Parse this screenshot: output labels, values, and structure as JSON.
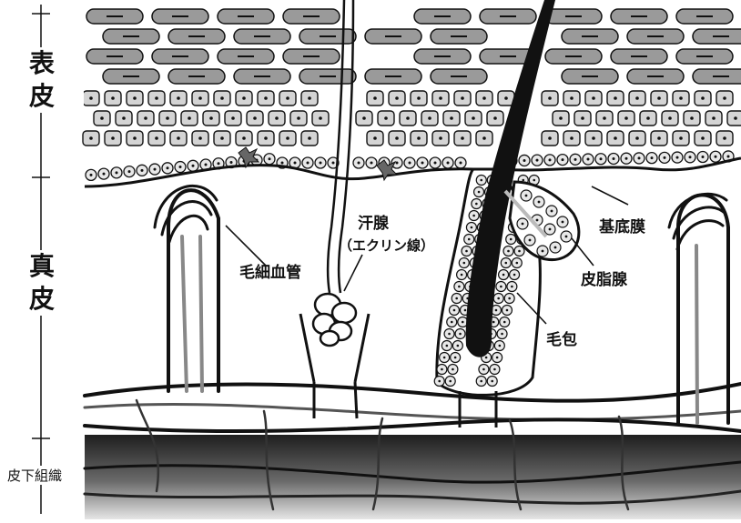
{
  "layers": {
    "epidermis": [
      "表",
      "皮"
    ],
    "dermis": [
      "真",
      "皮"
    ],
    "subcutis": "皮下組織"
  },
  "labels": {
    "capillary": "毛細血管",
    "sweat_gland_1": "汗腺",
    "sweat_gland_2": "（エクリン線）",
    "basement_membrane": "基底膜",
    "sebaceous_gland": "皮脂腺",
    "hair_follicle": "毛包"
  }
}
